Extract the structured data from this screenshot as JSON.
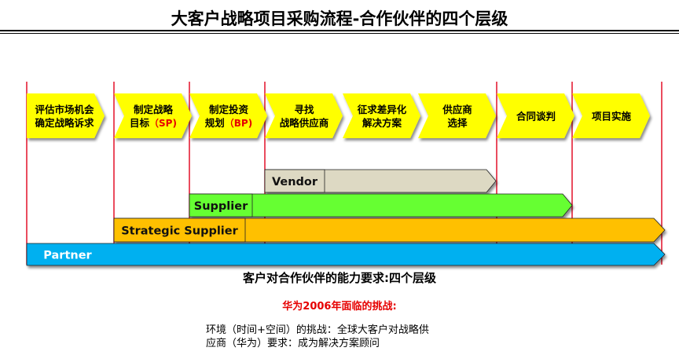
{
  "title": "大客户战略项目采购流程-合作伙伴的四个层级",
  "stages": [
    {
      "lines": [
        "评估市场机会",
        "确定战略诉求"
      ]
    },
    {
      "lines": [
        "制定战略",
        "目标"
      ],
      "tag": "（SP)"
    },
    {
      "lines": [
        "制定投资",
        "规划"
      ],
      "tag": "（BP)"
    },
    {
      "lines": [
        "寻找",
        "战略供应商"
      ]
    },
    {
      "lines": [
        "征求差异化",
        "解决方案"
      ]
    },
    {
      "lines": [
        "供应商",
        "选择"
      ]
    },
    {
      "lines": [
        "合同谈判"
      ]
    },
    {
      "lines": [
        "项目实施"
      ]
    }
  ],
  "tiers": [
    {
      "label": "Vendor",
      "color": "#ddd9c3",
      "label_color": "#ddd9c3"
    },
    {
      "label": "Supplier",
      "color": "#66ff33",
      "label_color": "#66ff33"
    },
    {
      "label": "Strategic Supplier",
      "color": "#ffc000",
      "label_color": "#ffc000"
    },
    {
      "label": "Partner",
      "color": "#00b0f0",
      "label_color": "#00b0f0"
    }
  ],
  "colors": {
    "stage_fill": "#ffff00",
    "divider_line": "#e0001b",
    "tag_text": "#e60000",
    "partner_label_text": "#ffffff"
  },
  "caption": "客户对合作伙伴的能力要求:四个层级",
  "challenge_title": "华为2006年面临的挑战:",
  "challenge_lines": [
    "环境（时间+空间）的挑战：全球大客户对战略供",
    "应商（华为）要求：成为解决方案顾问"
  ]
}
